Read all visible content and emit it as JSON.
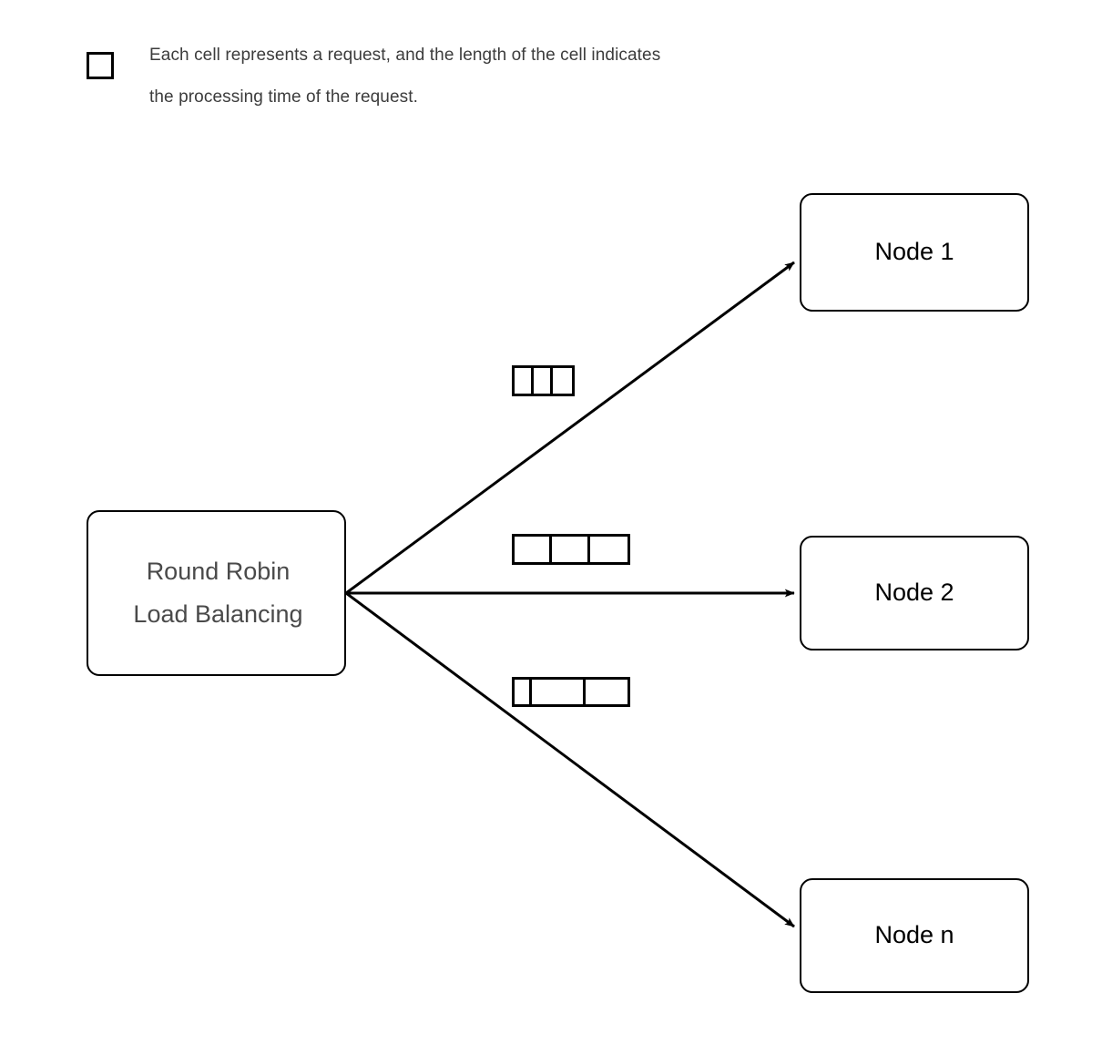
{
  "legend": {
    "swatch_icon": "request-cell-square-icon",
    "text": "Each cell represents a request, and the length of the cell indicates\nthe processing time of the request."
  },
  "diagram": {
    "type": "flow-diagram",
    "source": {
      "label": "Round Robin\nLoad Balancing",
      "text_color": "#4a4a4a",
      "border_color": "#000000",
      "fill": "#ffffff"
    },
    "nodes": [
      {
        "id": "node-1",
        "label": "Node 1"
      },
      {
        "id": "node-2",
        "label": "Node 2"
      },
      {
        "id": "node-n",
        "label": "Node n"
      }
    ],
    "edges": [
      {
        "from": "source",
        "to": "node-1",
        "style": "solid-arrow"
      },
      {
        "from": "source",
        "to": "node-2",
        "style": "solid-arrow"
      },
      {
        "from": "source",
        "to": "node-n",
        "style": "solid-arrow"
      }
    ],
    "request_queues": [
      {
        "target": "node-1",
        "cell_count": 3,
        "cell_weights": [
          1,
          1,
          1
        ]
      },
      {
        "target": "node-2",
        "cell_count": 3,
        "cell_weights": [
          1,
          1,
          1
        ]
      },
      {
        "target": "node-n",
        "cell_count": 3,
        "cell_weights": [
          20,
          62,
          48
        ]
      }
    ],
    "stroke_color": "#000000",
    "background": "#ffffff"
  }
}
